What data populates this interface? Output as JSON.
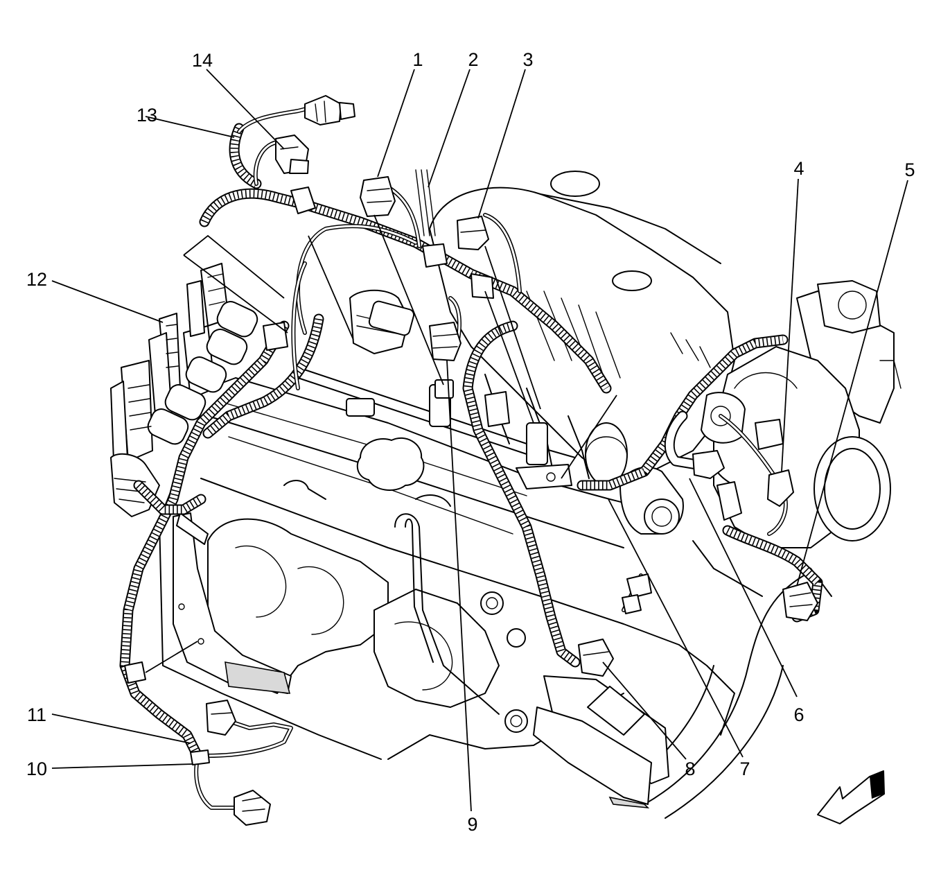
{
  "diagram": {
    "callouts": [
      {
        "id": "1",
        "label": "1"
      },
      {
        "id": "2",
        "label": "2"
      },
      {
        "id": "3",
        "label": "3"
      },
      {
        "id": "4",
        "label": "4"
      },
      {
        "id": "5",
        "label": "5"
      },
      {
        "id": "6",
        "label": "6"
      },
      {
        "id": "7",
        "label": "7"
      },
      {
        "id": "8",
        "label": "8"
      },
      {
        "id": "9",
        "label": "9"
      },
      {
        "id": "10",
        "label": "10"
      },
      {
        "id": "11",
        "label": "11"
      },
      {
        "id": "12",
        "label": "12"
      },
      {
        "id": "13",
        "label": "13"
      },
      {
        "id": "14",
        "label": "14"
      }
    ],
    "direction_indicator": "arrow-icon",
    "colors": {
      "line": "#000000",
      "background": "#ffffff",
      "shade": "#d9d9d9"
    }
  }
}
